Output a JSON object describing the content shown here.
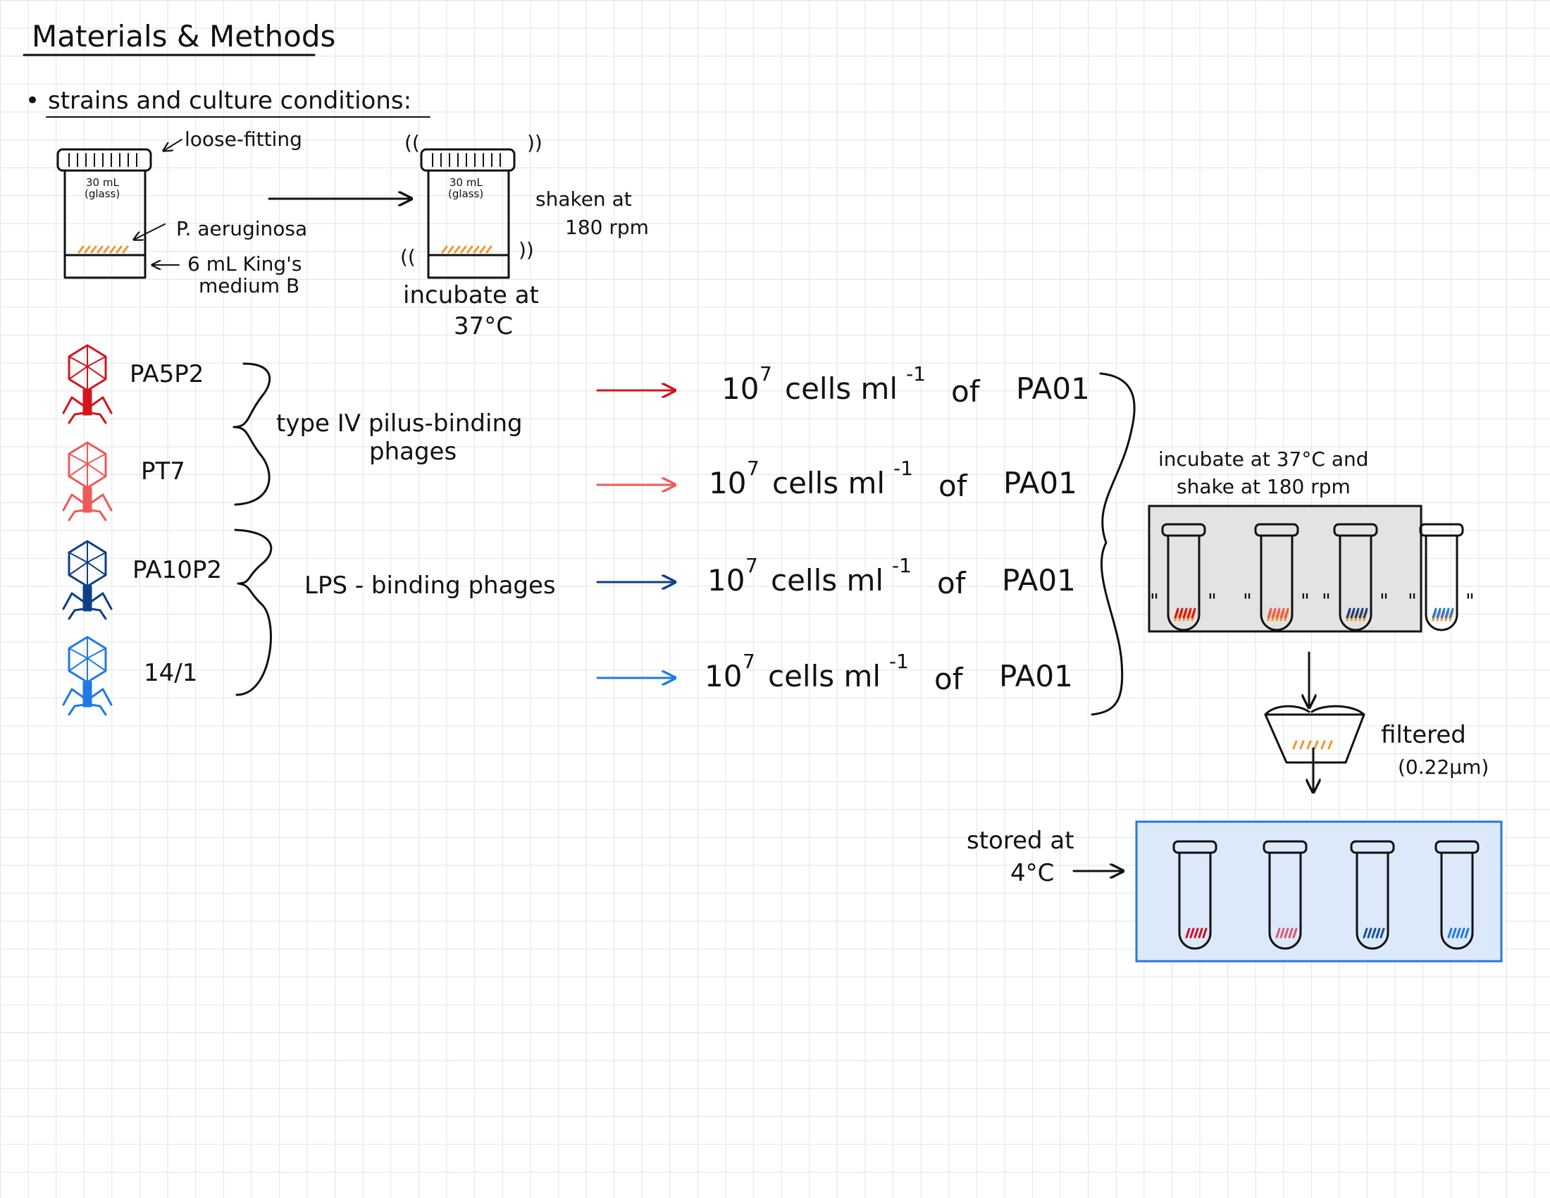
{
  "title": "Materials & Methods",
  "section": {
    "bullet": "•",
    "heading": "strains and culture conditions:"
  },
  "culture": {
    "cap_label": "loose-fitting",
    "vial_text_1": "30 mL",
    "vial_text_2": "(glass)",
    "organism": "P. aeruginosa",
    "medium_1": "6 mL King's",
    "medium_2": "medium B",
    "shaken_1": "shaken at",
    "shaken_2": "180 rpm",
    "incubate_1": "incubate at",
    "incubate_2": "37°C",
    "quote_open": "((",
    "quote_close": "))"
  },
  "phages": [
    {
      "name": "PA5P2",
      "color": "#d4141b"
    },
    {
      "name": "PT7",
      "color": "#ee5a58"
    },
    {
      "name": "PA10P2",
      "color": "#0e3f86"
    },
    {
      "name": "14/1",
      "color": "#1f7ae6"
    }
  ],
  "groups": {
    "pilus_1": "type IV pilus-binding",
    "pilus_2": "phages",
    "lps": "LPS - binding phages"
  },
  "infection": {
    "base": "10",
    "exponent": "7",
    "cells": "cells ml",
    "unit_exponent": "-1",
    "of": "of",
    "strain": "PA01"
  },
  "incubate_shake": {
    "line1": "incubate at 37°C and",
    "line2": "shake at 180 rpm",
    "ditto": "\""
  },
  "filter": {
    "line1": "filtered",
    "line2": "(0.22µm)"
  },
  "storage": {
    "line1": "stored at",
    "line2": "4°C"
  },
  "colors": {
    "orange": "#f0962a",
    "ink": "#111111",
    "gray_box": "#e3e3e3",
    "blue_box_fill": "#dce9fb",
    "blue_box_border": "#2a78d6",
    "stored_red": "#c8102e",
    "stored_pink": "#d65a70",
    "stored_navy": "#184f9c",
    "stored_blue": "#2278e0"
  }
}
